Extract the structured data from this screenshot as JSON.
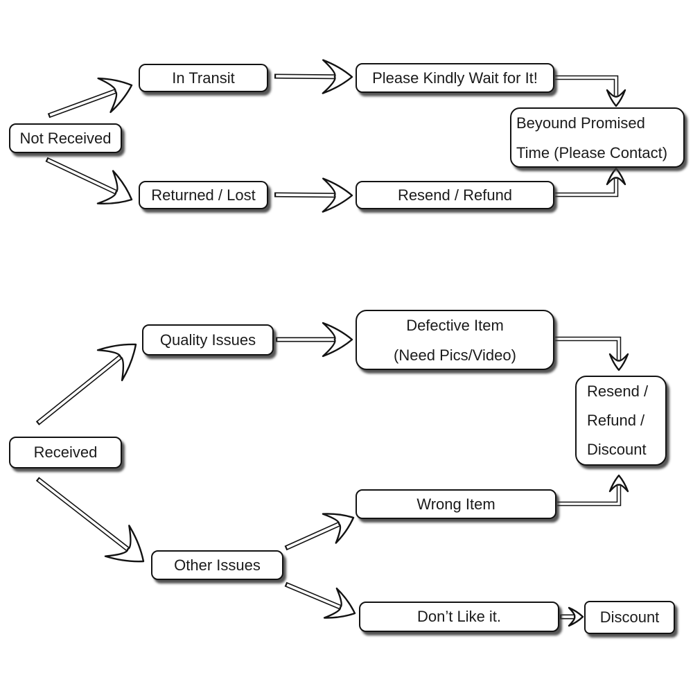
{
  "diagram": {
    "type": "flowchart",
    "topic": "Order received / not received customer service resolution flow",
    "colors": {
      "background": "#ffffff",
      "box_fill": "#ffffff",
      "box_border": "#121212",
      "box_shadow": "#373737",
      "arrow_stroke": "#121212",
      "text": "#1a1a1a"
    }
  },
  "nodes": {
    "not_received": {
      "label": "Not Received"
    },
    "in_transit": {
      "label": "In Transit"
    },
    "please_wait": {
      "label": "Please Kindly Wait for It!"
    },
    "beyond_promised": {
      "lines": [
        "Beyound Promised",
        "Time (Please Contact)"
      ]
    },
    "returned_lost": {
      "label": "Returned / Lost"
    },
    "resend_refund": {
      "label": "Resend / Refund"
    },
    "received": {
      "label": "Received"
    },
    "quality_issues": {
      "label": "Quality Issues"
    },
    "defective_item": {
      "lines": [
        "Defective Item",
        "(Need Pics/Video)"
      ]
    },
    "resend_refund_discount": {
      "lines": [
        "Resend /",
        "Refund /",
        "Discount"
      ]
    },
    "wrong_item": {
      "label": "Wrong Item"
    },
    "other_issues": {
      "label": "Other Issues"
    },
    "dont_like": {
      "label": "Don’t Like it."
    },
    "discount": {
      "label": "Discount"
    }
  },
  "edges": [
    {
      "from": "Not Received",
      "to": "In Transit"
    },
    {
      "from": "Not Received",
      "to": "Returned / Lost"
    },
    {
      "from": "In Transit",
      "to": "Please Kindly Wait for It!"
    },
    {
      "from": "Please Kindly Wait for It!",
      "to": "Beyound Promised Time (Please Contact)"
    },
    {
      "from": "Returned / Lost",
      "to": "Resend / Refund"
    },
    {
      "from": "Resend / Refund",
      "to": "Beyound Promised Time (Please Contact)"
    },
    {
      "from": "Received",
      "to": "Quality Issues"
    },
    {
      "from": "Received",
      "to": "Other Issues"
    },
    {
      "from": "Quality Issues",
      "to": "Defective Item (Need Pics/Video)"
    },
    {
      "from": "Defective Item (Need Pics/Video)",
      "to": "Resend / Refund / Discount"
    },
    {
      "from": "Other Issues",
      "to": "Wrong Item"
    },
    {
      "from": "Wrong Item",
      "to": "Resend / Refund / Discount"
    },
    {
      "from": "Other Issues",
      "to": "Don’t Like it."
    },
    {
      "from": "Don’t Like it.",
      "to": "Discount"
    }
  ]
}
